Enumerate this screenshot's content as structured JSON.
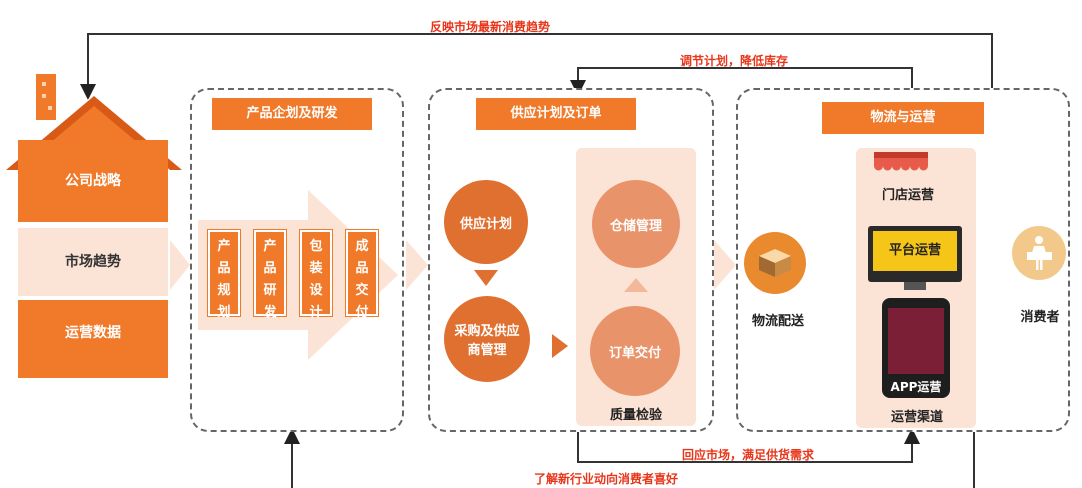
{
  "feedback": {
    "top": "反映市场最新消费趋势",
    "adjust": "调节计划，降低库存",
    "respond": "回应市场，满足供货需求",
    "understand": "了解新行业动向消费者喜好"
  },
  "house": {
    "strategy": "公司战略",
    "trend": "市场趋势",
    "operations_data": "运营数据"
  },
  "panel1": {
    "title": "产品企划及研发",
    "steps": [
      "产品规划",
      "产品研发",
      "包装设计",
      "成品交付"
    ]
  },
  "panel2": {
    "title": "供应计划及订单",
    "supply_plan": "供应计划",
    "procurement": "采购及供应商管理",
    "warehouse": "仓储管理",
    "order_delivery": "订单交付",
    "quality": "质量检验"
  },
  "panel3": {
    "title": "物流与运营",
    "logistics": "物流配送",
    "store_ops": "门店运营",
    "platform_ops": "平台运营",
    "app_ops": "APP运营",
    "channels": "运营渠道",
    "consumer": "消费者"
  },
  "colors": {
    "accent": "#f07a2a",
    "arrow_text": "#e8361b",
    "peach": "#fbe3d6"
  }
}
